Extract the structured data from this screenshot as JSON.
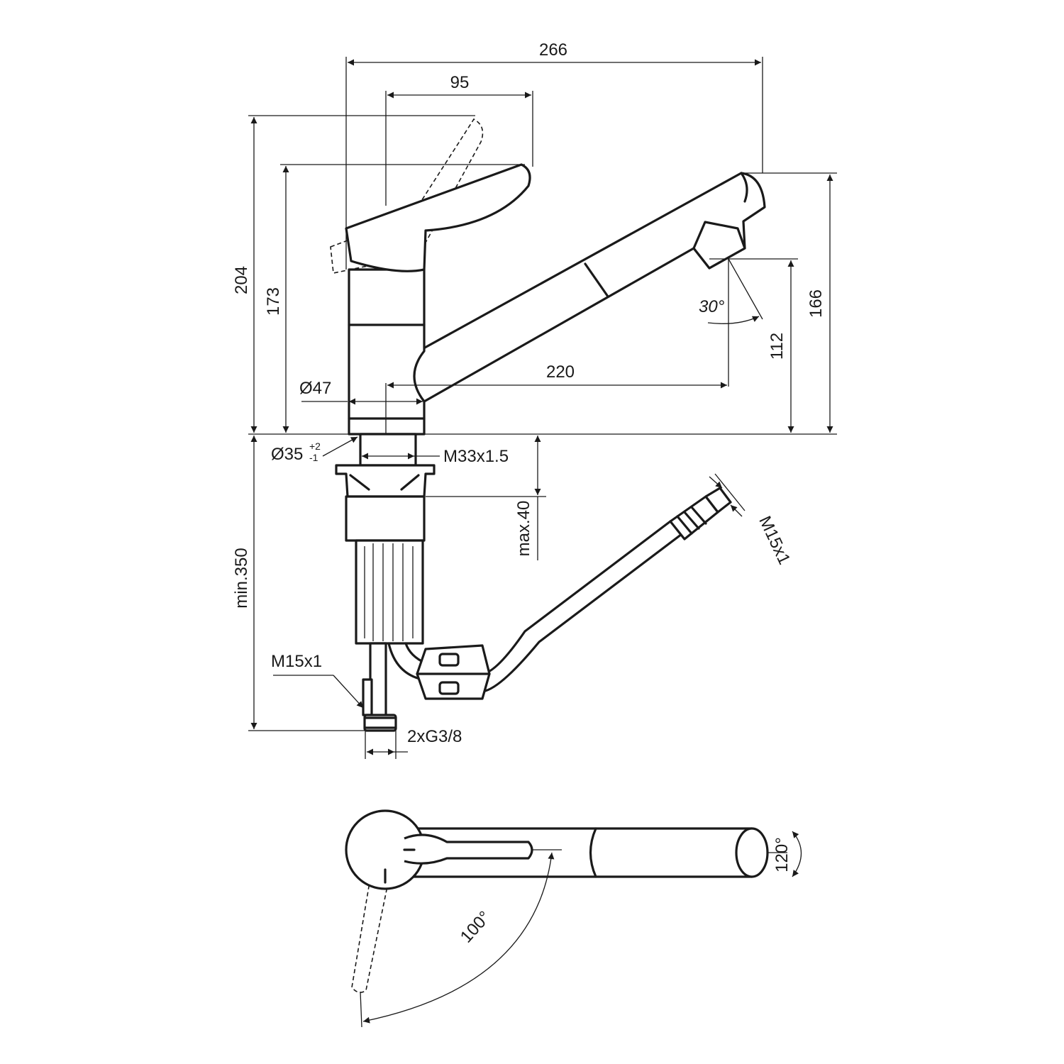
{
  "dimensions": {
    "overall_width": "266",
    "lever_offset": "95",
    "height_lever_raised": "204",
    "height_lever": "173",
    "height_spout_top": "166",
    "height_spout_outlet": "112",
    "spout_reach": "220",
    "spray_angle": "30°",
    "body_diameter": "Ø47",
    "hole_diameter": "Ø35",
    "hole_tol_upper": "+2",
    "hole_tol_lower": "-1",
    "shank_thread": "M33x1.5",
    "max_worktop": "max.40",
    "min_hose_length": "min.350",
    "supply_thread": "M15x1",
    "hose_thread": "M15x1",
    "connection": "2xG3/8",
    "spout_rotation": "120°",
    "lever_rotation": "100°"
  },
  "colors": {
    "line": "#1a1a1a",
    "background": "#ffffff"
  }
}
